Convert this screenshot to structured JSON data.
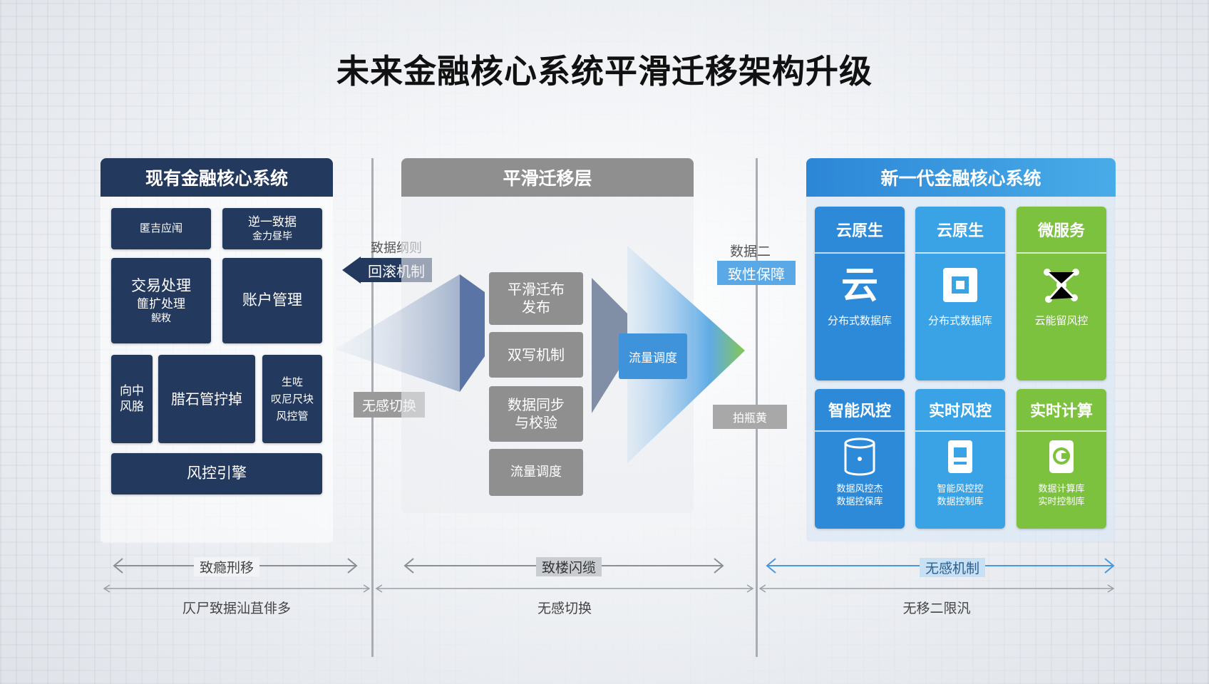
{
  "title": "未来金融核心系统平滑迁移架构升级",
  "left": {
    "header": "现有金融核心系统",
    "boxes": [
      "匿吉应闱",
      "逆一致据",
      "金力昼毕",
      "交易处理",
      "篚扩处理",
      "鲵敉",
      "账户管理",
      "向中",
      "风胳",
      "腊石管拧掉",
      "生咗",
      "叹尼尺块",
      "风控管",
      "风控引擎"
    ],
    "tag_top_small": "致据纲则",
    "tag_top": "回滚机制",
    "tag_bottom": "无感切换",
    "axis_label": "致瘾刑移",
    "footer": "仄尸致据汕苴俳多"
  },
  "middle": {
    "header": "平滑迁移层",
    "boxes": [
      "平滑迁布",
      "发布",
      "双写机制",
      "数据同步",
      "与校验",
      "流量调度"
    ],
    "tag_flow": "流量调度",
    "axis_label": "致楼闪缆",
    "footer": "无感切换"
  },
  "right": {
    "header": "新一代金融核心系统",
    "tag_small": "数据二",
    "tag": "致性保障",
    "tag_bottom": "拍瓶黄",
    "cards": [
      {
        "title": "云原生",
        "caption": "分布式数据库",
        "color": "#2d8ad8",
        "icon": "cloud-icon"
      },
      {
        "title": "云原生",
        "caption": "分布式数据库",
        "color": "#3aa3e6",
        "icon": "chip-icon"
      },
      {
        "title": "微服务",
        "caption": "云能留风控",
        "color": "#7cc23e",
        "icon": "network-icon"
      },
      {
        "title": "智能风控",
        "caption": "数据风控杰",
        "caption2": "数据控保库",
        "color": "#2d8ad8",
        "icon": "database-icon"
      },
      {
        "title": "实时风控",
        "caption": "智能风控控",
        "caption2": "数据控制库",
        "color": "#3aa3e6",
        "icon": "document-icon"
      },
      {
        "title": "实时计算",
        "caption": "数据计算库",
        "caption2": "实时控制库",
        "color": "#7cc23e",
        "icon": "compute-icon"
      }
    ],
    "axis_label": "无感机制",
    "footer": "无移二限汎"
  }
}
